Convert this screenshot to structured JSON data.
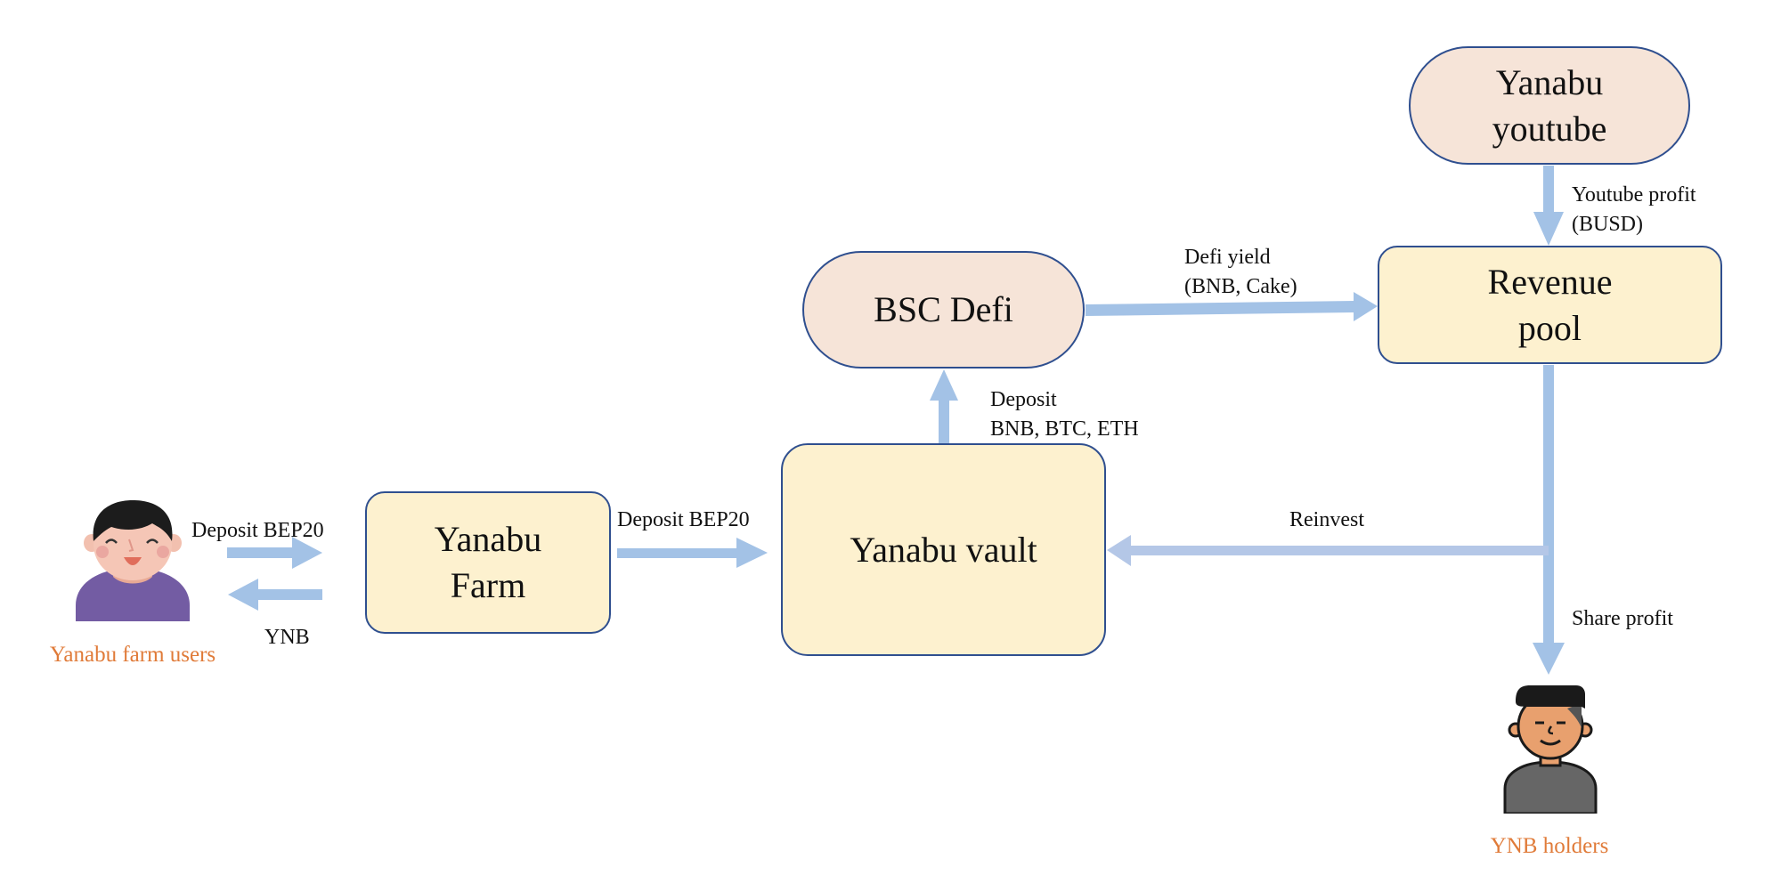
{
  "nodes": {
    "youtube": {
      "line1": "Yanabu",
      "line2": "youtube"
    },
    "revenue_pool": {
      "line1": "Revenue",
      "line2": "pool"
    },
    "bsc_defi": {
      "label": "BSC Defi"
    },
    "vault": {
      "label": "Yanabu vault"
    },
    "farm": {
      "line1": "Yanabu",
      "line2": "Farm"
    }
  },
  "edges": {
    "youtube_profit": {
      "line1": "Youtube profit",
      "line2": "(BUSD)"
    },
    "defi_yield": {
      "line1": "Defi yield",
      "line2": "(BNB, Cake)"
    },
    "vault_deposit": {
      "line1": "Deposit",
      "line2": "BNB, BTC, ETH"
    },
    "farm_deposit": {
      "label": "Deposit BEP20"
    },
    "user_deposit": {
      "label": "Deposit BEP20"
    },
    "user_return": {
      "label": "YNB"
    },
    "reinvest": {
      "label": "Reinvest"
    },
    "share_profit": {
      "label": "Share profit"
    }
  },
  "actors": {
    "farm_users": {
      "label": "Yanabu farm users",
      "icon": "smiling-user-avatar"
    },
    "holders": {
      "label": "YNB holders",
      "icon": "user-avatar"
    }
  },
  "colors": {
    "arrow": "#a3c2e6",
    "arrow_reinvest": "#b4c7e7",
    "pill_fill": "#f6e4d8",
    "box_fill": "#fdf1cf",
    "border": "#2f4f8f",
    "caption": "#e07b39"
  }
}
